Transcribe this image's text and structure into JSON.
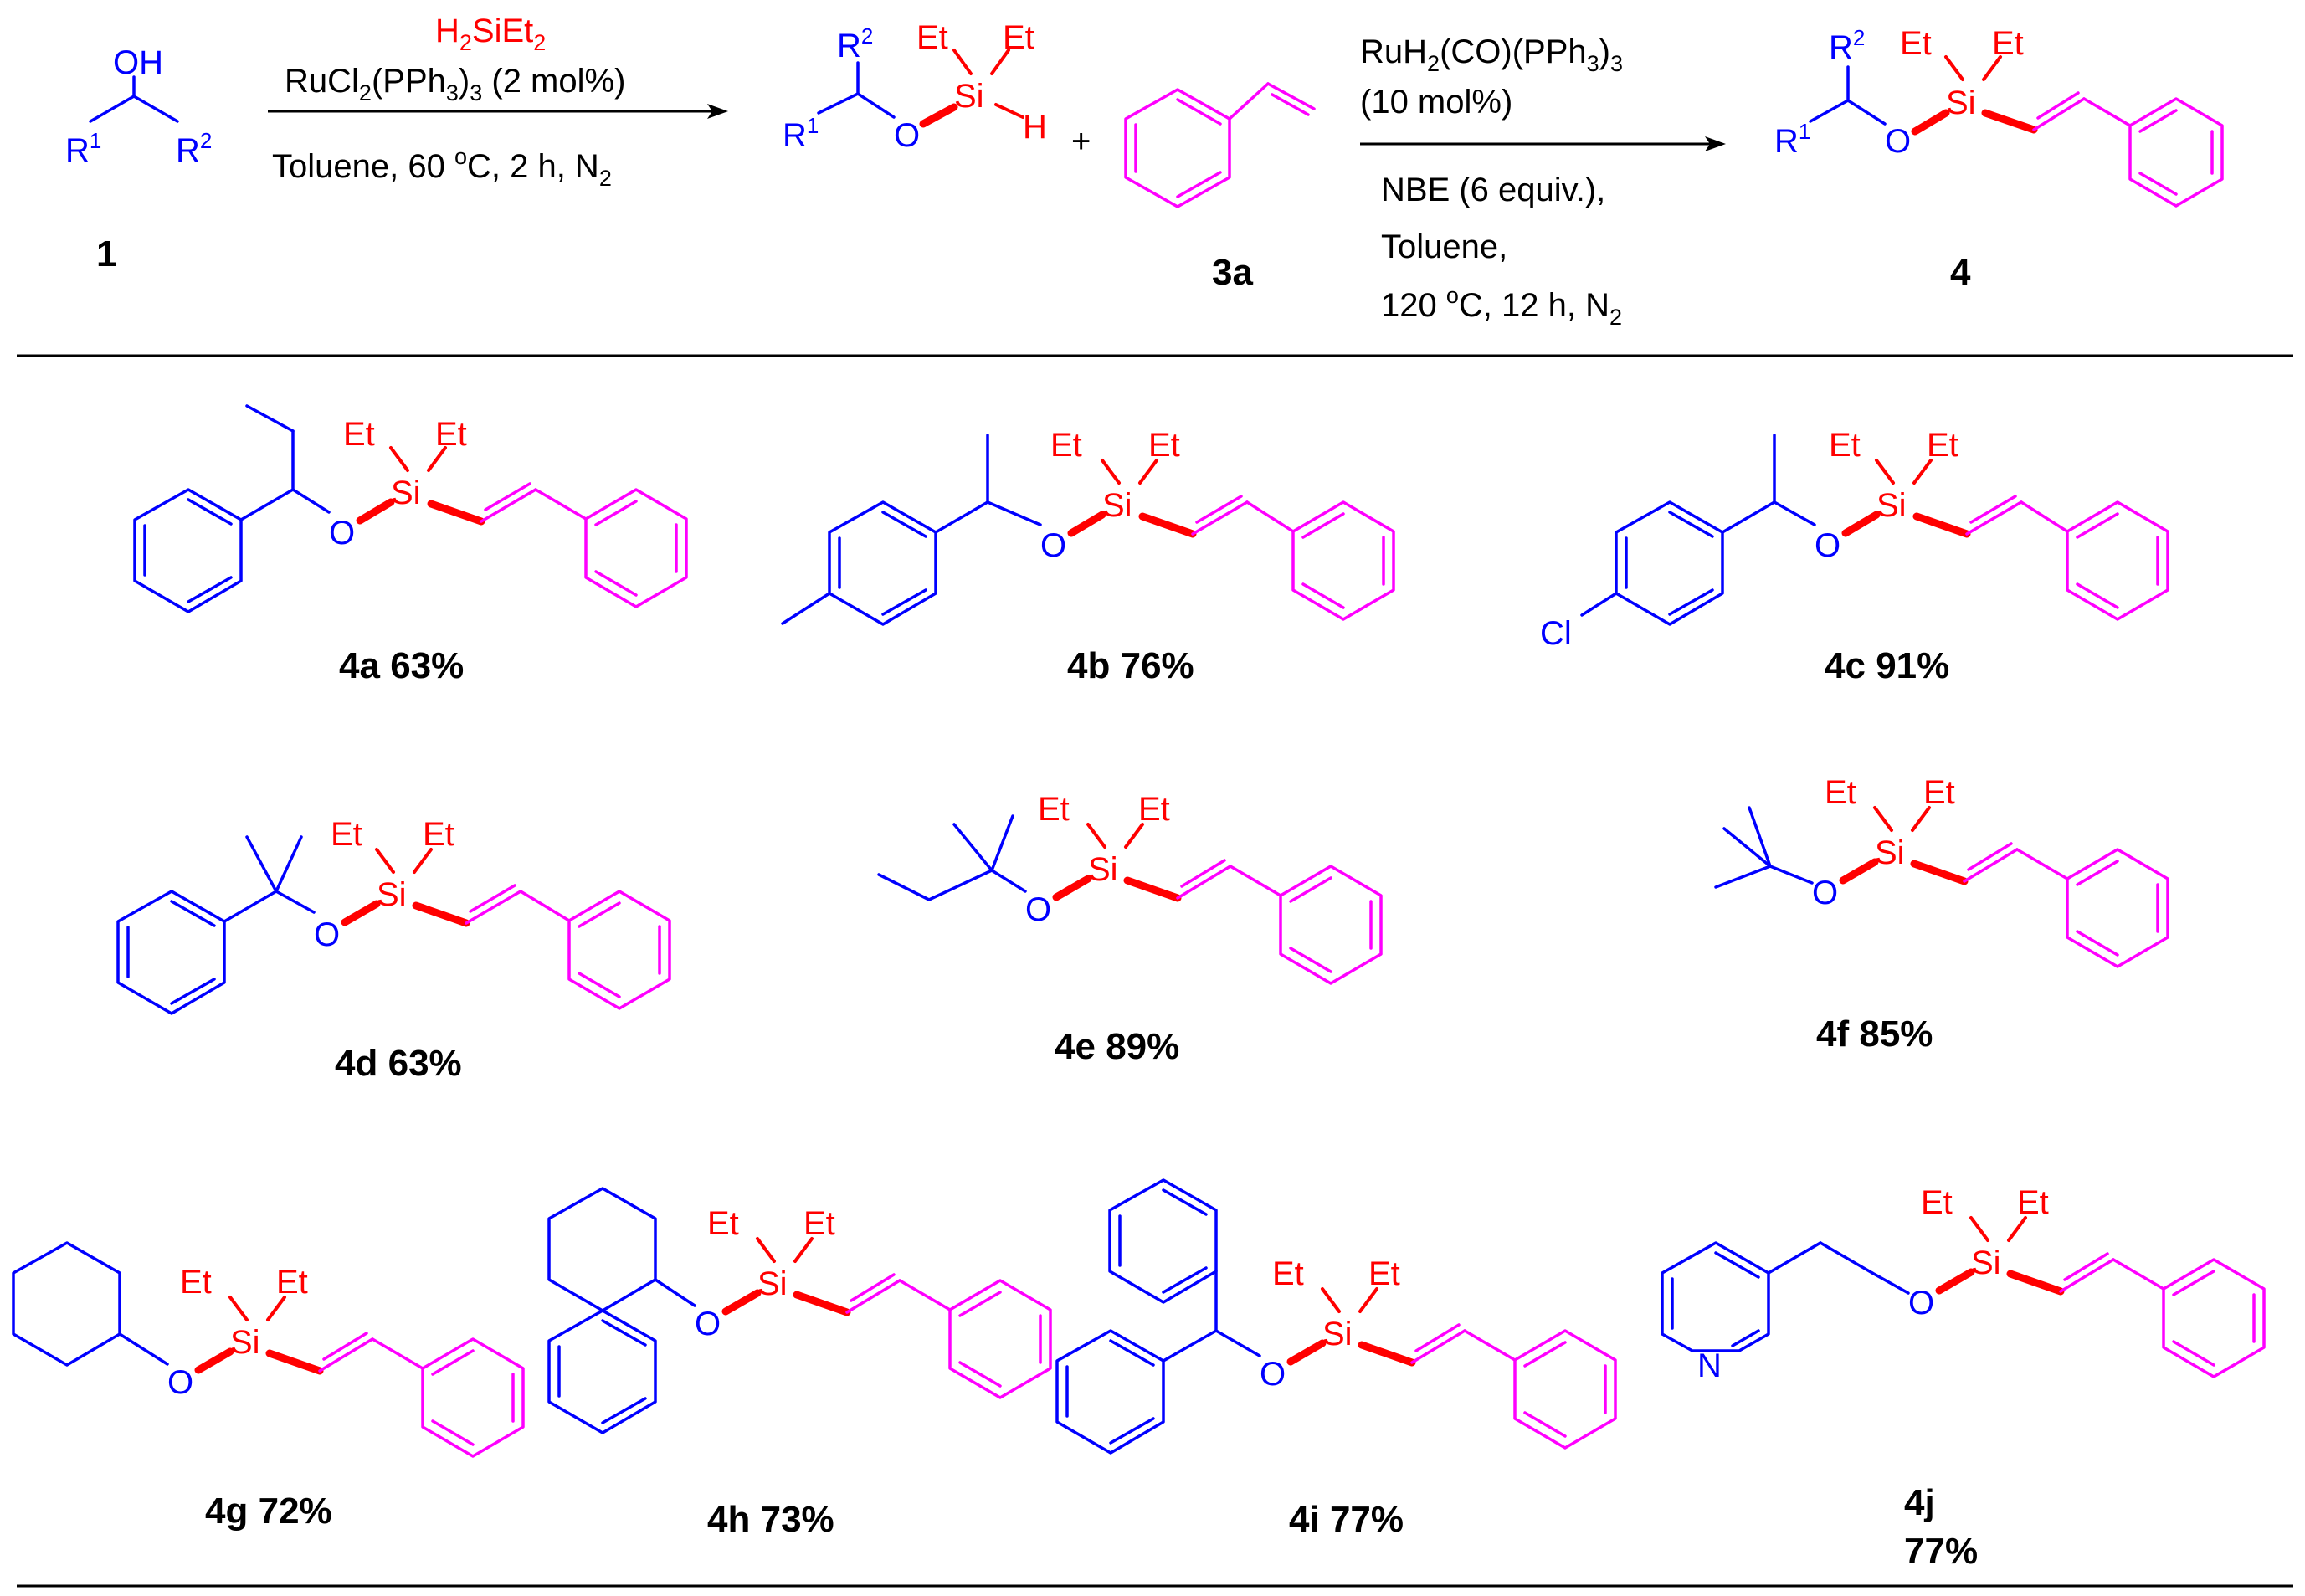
{
  "scheme": {
    "step1": {
      "reagent": "H2SiEt2",
      "catalyst": "RuCl2(PPh3)3 (2 mol%)",
      "conditions": "Toluene, 60 oC, 2 h, N2"
    },
    "step2": {
      "catalyst": "RuH2(CO)(PPh3)3",
      "loading": "(10 mol%)",
      "additive": "NBE (6 equiv.),",
      "solvent": "Toluene,",
      "conditions": "120 oC, 12 h, N2"
    },
    "compounds": {
      "alcohol": "1",
      "styrene": "3a",
      "product": "4"
    },
    "plus": "+"
  },
  "atoms": {
    "oh": "OH",
    "r1": "R1",
    "r2": "R2",
    "o": "O",
    "si": "Si",
    "h": "H",
    "et": "Et",
    "cl": "Cl",
    "n": "N"
  },
  "products": [
    {
      "id": "4a",
      "yield": "63%"
    },
    {
      "id": "4b",
      "yield": "76%"
    },
    {
      "id": "4c",
      "yield": "91%"
    },
    {
      "id": "4d",
      "yield": "63%"
    },
    {
      "id": "4e",
      "yield": "89%"
    },
    {
      "id": "4f",
      "yield": "85%"
    },
    {
      "id": "4g",
      "yield": "72%"
    },
    {
      "id": "4h",
      "yield": "73%"
    },
    {
      "id": "4i",
      "yield": "77%"
    },
    {
      "id": "4j",
      "yield": "77%"
    }
  ],
  "colors": {
    "substrate": "#0000ff",
    "silane": "#ff0000",
    "styrene": "#ff00ff",
    "text": "#000000"
  }
}
